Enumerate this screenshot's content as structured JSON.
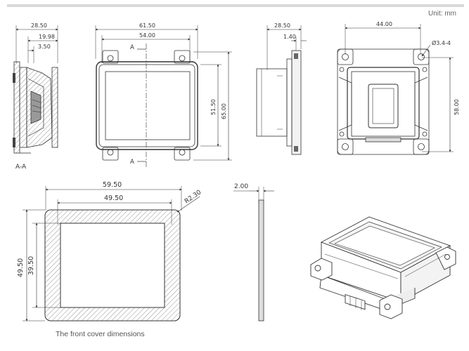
{
  "header": {
    "unit_label": "Unit: mm"
  },
  "section_view": {
    "dims": [
      "28.50",
      "19.98",
      "3.50"
    ],
    "label": "A-A"
  },
  "front_view": {
    "dims": [
      "61.50",
      "54.00",
      "51.50",
      "65.00"
    ],
    "cut_marks": [
      "A",
      "A"
    ]
  },
  "side_view": {
    "dims": [
      "28.50",
      "1.40"
    ]
  },
  "back_view": {
    "dims": [
      "44.00",
      "Ø3.4-4",
      "58.00"
    ]
  },
  "front_cover": {
    "dims": [
      "59.50",
      "49.50",
      "R2.30",
      "49.50",
      "39.50"
    ],
    "caption": "The front cover dimensions"
  },
  "thickness_view": {
    "dims": [
      "2.00"
    ]
  }
}
